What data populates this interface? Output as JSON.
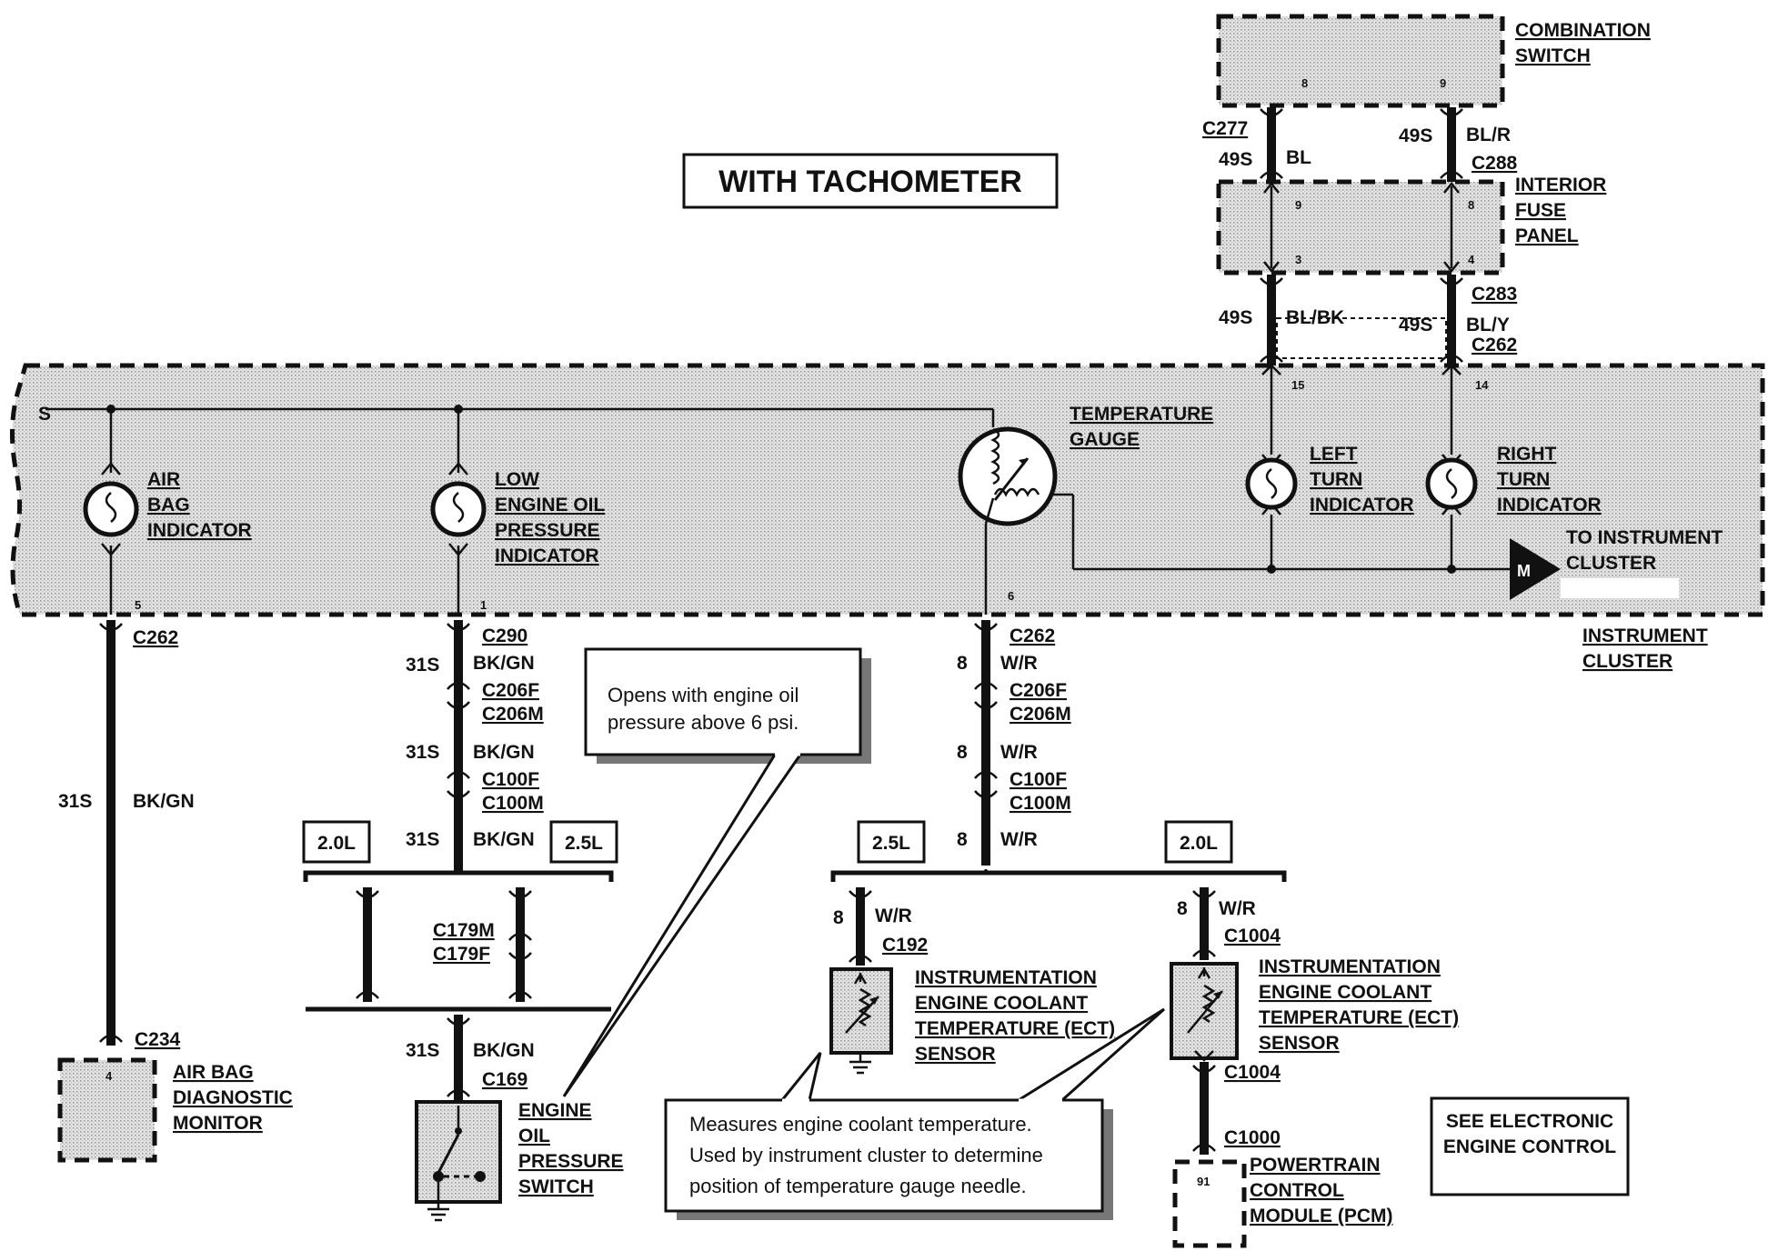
{
  "title": "WITH TACHOMETER",
  "components": {
    "combination_switch": "COMBINATION SWITCH",
    "combination_switch_lines": [
      "COMBINATION",
      "SWITCH"
    ],
    "interior_fuse_panel_lines": [
      "INTERIOR",
      "FUSE",
      "PANEL"
    ],
    "instrument_cluster_lines": [
      "INSTRUMENT",
      "CLUSTER"
    ],
    "air_bag_indicator_lines": [
      "AIR",
      "BAG",
      "INDICATOR"
    ],
    "low_oil_indicator_lines": [
      "LOW",
      "ENGINE OIL",
      "PRESSURE",
      "INDICATOR"
    ],
    "temp_gauge_lines": [
      "TEMPERATURE",
      "GAUGE"
    ],
    "left_turn_lines": [
      "LEFT",
      "TURN",
      "INDICATOR"
    ],
    "right_turn_lines": [
      "RIGHT",
      "TURN",
      "INDICATOR"
    ],
    "to_cluster_lines": [
      "TO INSTRUMENT",
      "CLUSTER"
    ],
    "air_bag_monitor_lines": [
      "AIR BAG",
      "DIAGNOSTIC",
      "MONITOR"
    ],
    "oil_switch_lines": [
      "ENGINE",
      "OIL",
      "PRESSURE",
      "SWITCH"
    ],
    "ect_sensor_lines": [
      "INSTRUMENTATION",
      "ENGINE COOLANT",
      "TEMPERATURE (ECT)",
      "SENSOR"
    ],
    "pcm_lines": [
      "POWERTRAIN",
      "CONTROL",
      "MODULE (PCM)"
    ],
    "see_eec_lines": [
      "SEE ELECTRONIC",
      "ENGINE CONTROL"
    ]
  },
  "connectors": {
    "c277": "C277",
    "c288": "C288",
    "c283": "C283",
    "c262": "C262",
    "c290": "C290",
    "c206f": "C206F",
    "c206m": "C206M",
    "c100f": "C100F",
    "c100m": "C100M",
    "c179m": "C179M",
    "c179f": "C179F",
    "c169": "C169",
    "c234": "C234",
    "c192": "C192",
    "c1004": "C1004",
    "c1000": "C1000"
  },
  "circuits": {
    "c49s": "49S",
    "c31s": "31S",
    "c8": "8",
    "bl": "BL",
    "blr": "BL/R",
    "blbk": "BL/BK",
    "bly": "BL/Y",
    "bkgn": "BK/GN",
    "wr": "W/R"
  },
  "pins": {
    "p8": "8",
    "p9": "9",
    "p3": "3",
    "p4": "4",
    "p15": "15",
    "p14": "14",
    "p5": "5",
    "p1": "1",
    "p6": "6",
    "p91": "91"
  },
  "engine_options": {
    "l20": "2.0L",
    "l25": "2.5L"
  },
  "notes": {
    "oil_note_lines": [
      "Opens with engine oil",
      "pressure above 6 psi."
    ],
    "ect_note_lines": [
      "Measures engine coolant temperature.",
      "Used by instrument cluster to determine",
      "position of temperature gauge needle."
    ]
  },
  "symbol_letters": {
    "motor": "M",
    "splice": "S"
  }
}
